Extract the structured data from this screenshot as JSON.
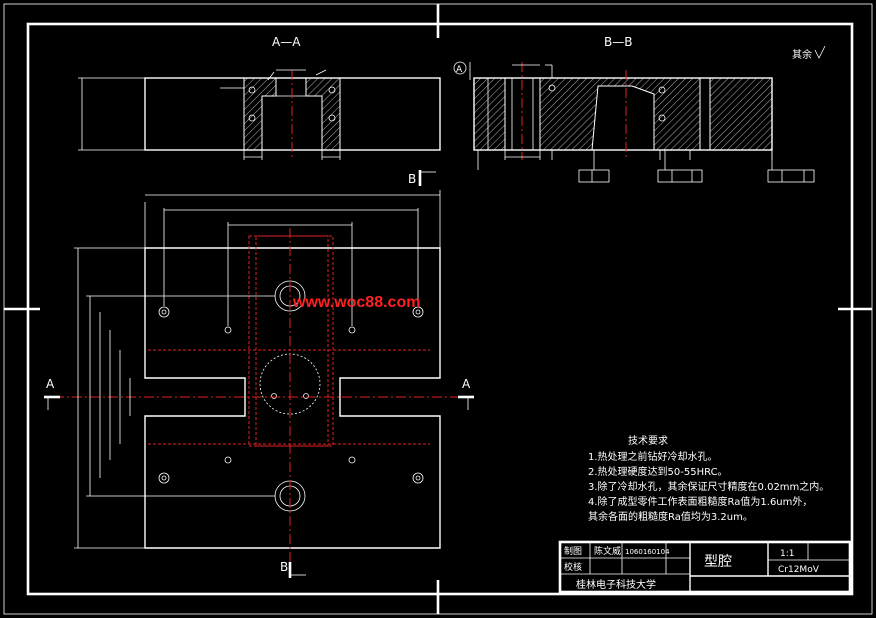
{
  "views": {
    "section_aa": "A—A",
    "section_bb": "B—B",
    "mark_a": "A",
    "mark_b": "B",
    "datum_a": "A"
  },
  "roughness_note": "其余",
  "watermark": "www.woc88.com",
  "tech_req": {
    "title": "技术要求",
    "items": [
      "1.热处理之前钻好冷却水孔。",
      "2.热处理硬度达到50-55HRC。",
      "3.除了冷却水孔，其余保证尺寸精度在0.02mm之内。",
      "4.除了成型零件工作表面粗糙度Ra值为1.6um外，",
      "其余各面的粗糙度Ra值均为3.2um。"
    ]
  },
  "title_block": {
    "designer_label": "制图",
    "designer_name": "陈文威",
    "student_id": "1060160104",
    "reviewer_label": "校核",
    "part_name": "型腔",
    "scale": "1:1",
    "material": "Cr12MoV",
    "school": "桂林电子科技大学"
  },
  "colors": {
    "background": "#000000",
    "lines": "#ffffff",
    "center_lines": "#e02020",
    "watermark": "#ff2020"
  }
}
